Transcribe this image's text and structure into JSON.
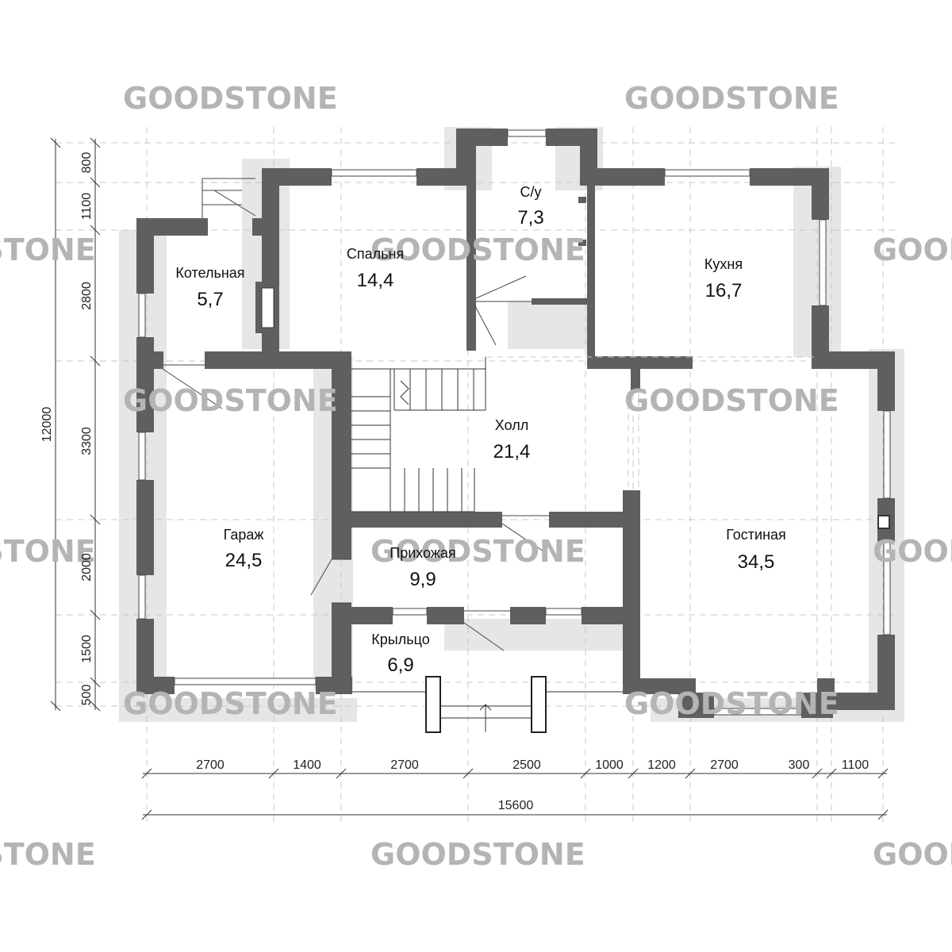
{
  "watermark": "GOODSTONE",
  "rooms": [
    {
      "name": "Котельная",
      "area": "5,7"
    },
    {
      "name": "Спальня",
      "area": "14,4"
    },
    {
      "name": "С/у",
      "area": "7,3"
    },
    {
      "name": "Кухня",
      "area": "16,7"
    },
    {
      "name": "Холл",
      "area": "21,4"
    },
    {
      "name": "Гараж",
      "area": "24,5"
    },
    {
      "name": "Прихожая",
      "area": "9,9"
    },
    {
      "name": "Гостиная",
      "area": "34,5"
    },
    {
      "name": "Крыльцо",
      "area": "6,9"
    }
  ],
  "dimensions": {
    "bottom": [
      "2700",
      "1400",
      "2700",
      "2500",
      "1000",
      "1200",
      "2700",
      "300",
      "1100"
    ],
    "total_width": "15600",
    "left": [
      "800",
      "1100",
      "2800",
      "3300",
      "2000",
      "1500",
      "500"
    ],
    "total_height": "12000"
  },
  "colors": {
    "wall": "#5f5f5f",
    "shadow": "#e6e6e6",
    "watermark": "#b4b4b4"
  }
}
